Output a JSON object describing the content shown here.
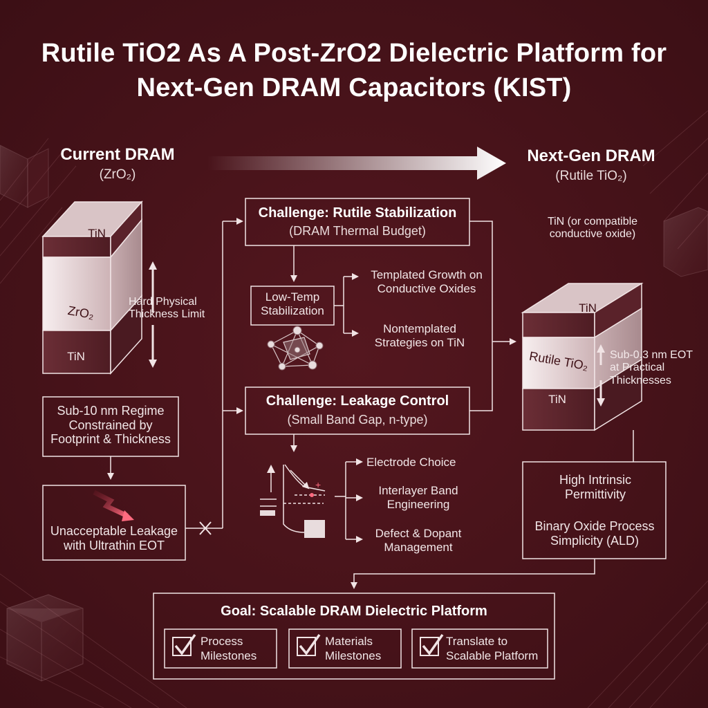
{
  "title": "Rutile TiO2 As A Post-ZrO2 Dielectric Platform for Next-Gen DRAM Capacitors (KIST)",
  "current": {
    "heading": "Current DRAM",
    "sub": "(ZrO₂)",
    "cube_top": "TiN",
    "cube_mid": "ZrO₂",
    "cube_bot": "TiN",
    "thickness_note": "Hard Physical Thickness Limit",
    "regime_box": "Sub-10 nm Regime Constrained by Footprint & Thickness",
    "leakage_box": "Unacceptable Leakage with Ultrathin EOT"
  },
  "next": {
    "heading": "Next-Gen DRAM",
    "sub": "(Rutile TiO₂)",
    "electrode_note": "TiN (or compatible conductive oxide)",
    "cube_top": "TiN",
    "cube_mid": "Rutile TiO₂",
    "cube_bot": "TiN",
    "eot_note": "Sub-0.3 nm EOT at Practical Thicknesses",
    "benefit_1": "High Intrinsic Permittivity",
    "benefit_2": "Binary Oxide Process Simplicity (ALD)"
  },
  "challenge_stab": {
    "title": "Challenge: Rutile Stabilization",
    "sub": "(DRAM Thermal Budget)",
    "low_temp": "Low-Temp Stabilization",
    "opt_1": "Templated Growth on Conductive Oxides",
    "opt_2": "Nontemplated Strategies on TiN"
  },
  "challenge_leak": {
    "title": "Challenge: Leakage Control",
    "sub": "(Small Band Gap, n-type)",
    "opt_1": "Electrode Choice",
    "opt_2": "Interlayer Band Engineering",
    "opt_3": "Defect & Dopant Management"
  },
  "goal": {
    "title": "Goal: Scalable DRAM Dielectric Platform",
    "milestones": [
      "Process Milestones",
      "Materials Milestones",
      "Translate to Scalable Platform"
    ]
  },
  "colors": {
    "background": "#4a141b",
    "line": "#f1e4e5",
    "accent": "#e0667a"
  }
}
